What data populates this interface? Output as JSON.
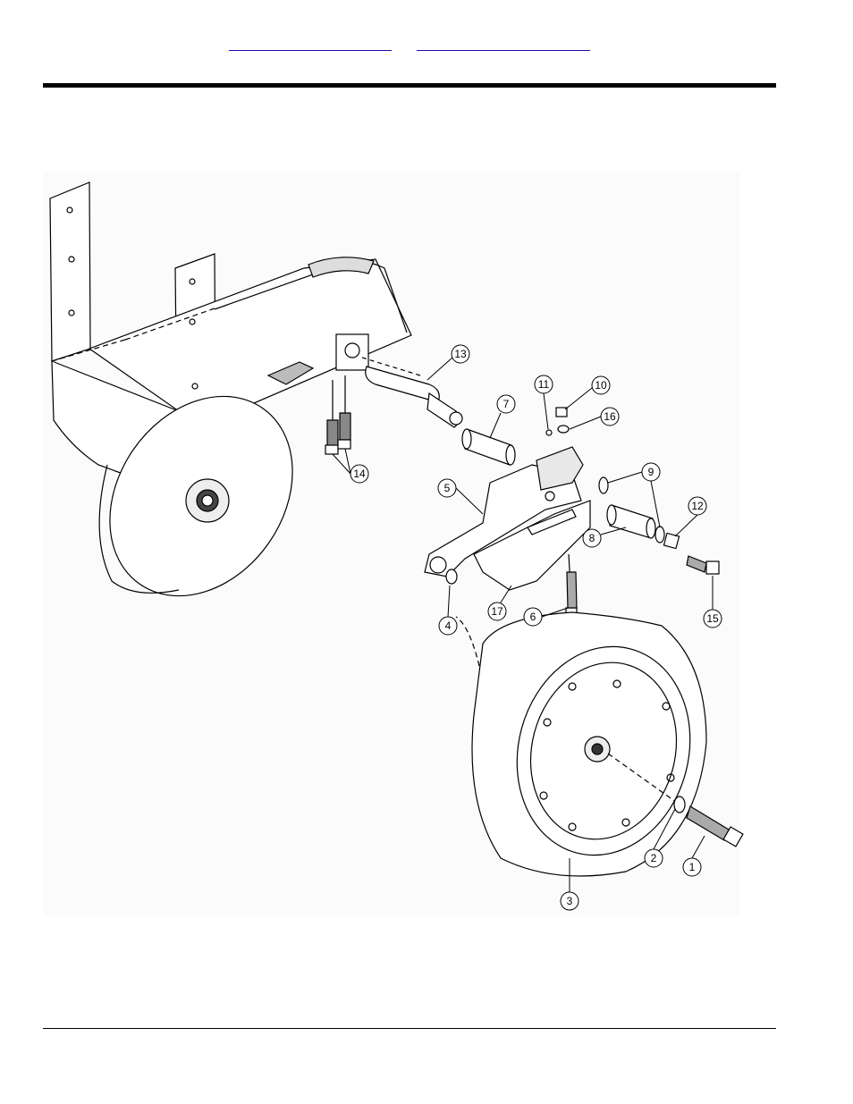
{
  "header": {
    "links": [
      "",
      ""
    ]
  },
  "diagram": {
    "callouts": [
      "1",
      "2",
      "3",
      "4",
      "5",
      "6",
      "7",
      "8",
      "9",
      "10",
      "11",
      "12",
      "13",
      "14",
      "15",
      "16",
      "17"
    ]
  }
}
